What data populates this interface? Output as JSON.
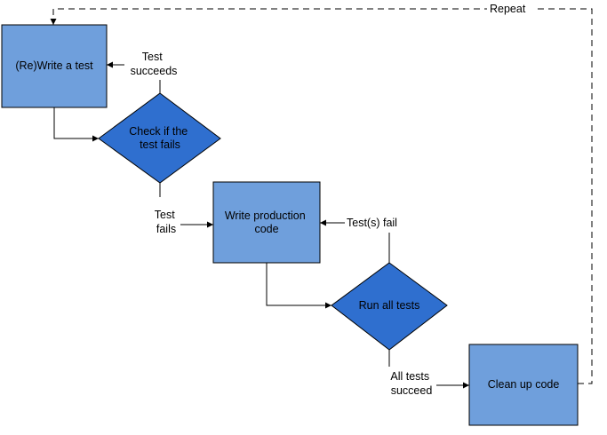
{
  "nodes": {
    "write_test": "(Re)Write a test",
    "check_fails": [
      "Check if the",
      "test fails"
    ],
    "write_code": [
      "Write production",
      "code"
    ],
    "run_tests": "Run all tests",
    "clean_up": "Clean up code"
  },
  "labels": {
    "test_succeeds": [
      "Test",
      "succeeds"
    ],
    "test_fails": [
      "Test",
      "fails"
    ],
    "tests_fail": "Test(s) fail",
    "all_succeed": [
      "All tests",
      "succeed"
    ],
    "repeat": "Repeat"
  },
  "colors": {
    "box_fill": "#6f9fdc",
    "diamond_fill": "#2f6fcf",
    "stroke": "#000000",
    "background": "#ffffff"
  }
}
